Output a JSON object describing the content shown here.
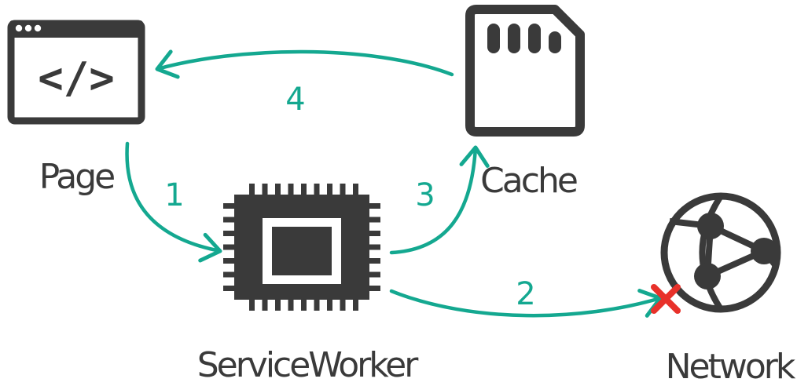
{
  "colors": {
    "icon": "#3a3a3a",
    "arrow": "#14a890",
    "error": "#e8312a",
    "background": "#ffffff"
  },
  "nodes": {
    "page": {
      "label": "Page",
      "icon": "browser-code-icon"
    },
    "service_worker": {
      "label": "ServiceWorker",
      "icon": "chip-icon"
    },
    "cache": {
      "label": "Cache",
      "icon": "sd-card-icon"
    },
    "network": {
      "label": "Network",
      "icon": "globe-network-icon"
    }
  },
  "browser_icon_text": "</>",
  "steps": [
    {
      "label": "1",
      "from": "page",
      "to": "service_worker"
    },
    {
      "label": "2",
      "from": "service_worker",
      "to": "network",
      "status": "failed"
    },
    {
      "label": "3",
      "from": "service_worker",
      "to": "cache"
    },
    {
      "label": "4",
      "from": "cache",
      "to": "page"
    }
  ]
}
